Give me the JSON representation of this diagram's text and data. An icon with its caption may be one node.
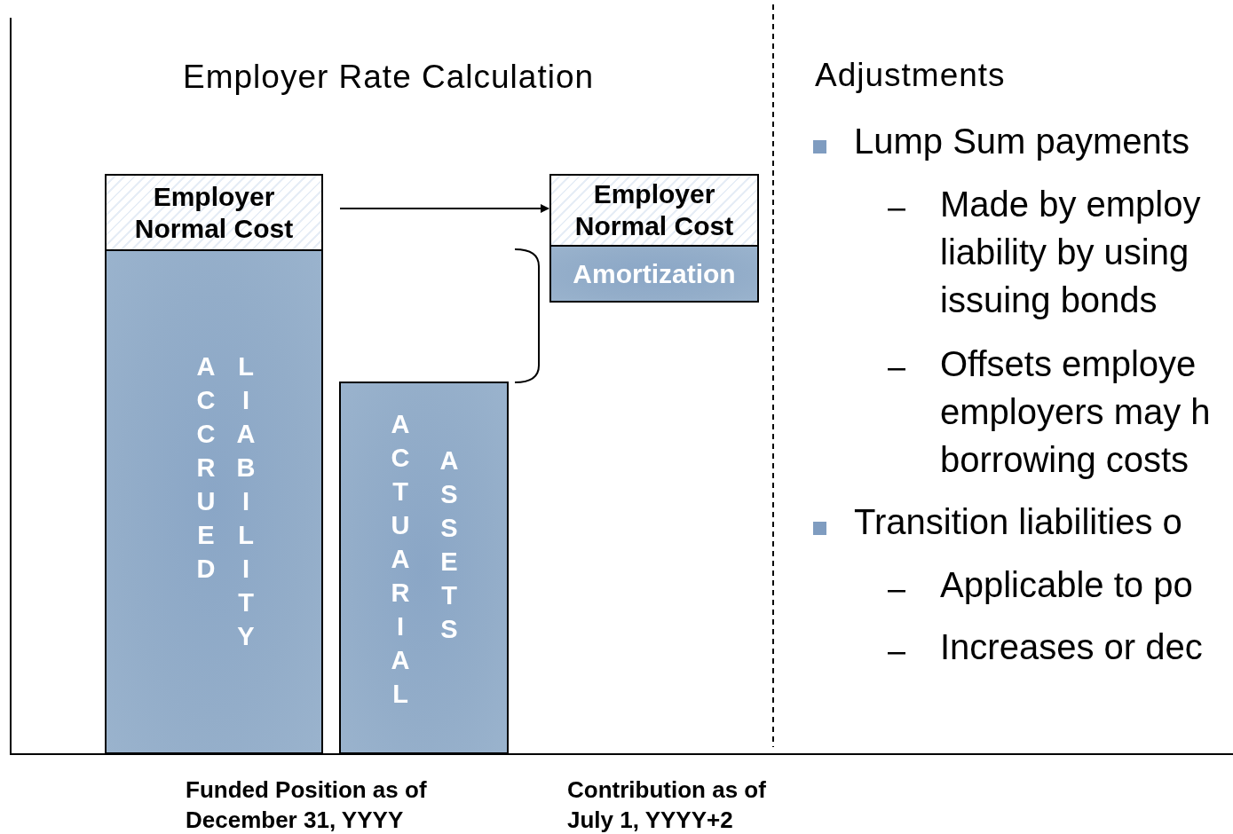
{
  "diagram": {
    "nodes": [
      {
        "text": [
          "Employer Normal Cost"
        ]
      },
      {
        "text": [
          "ACCRUED",
          "LIABILITY"
        ]
      },
      {
        "text": [
          "ACTUARIAL",
          "ASSETS"
        ]
      },
      {
        "text": [
          "Employer Normal Cost"
        ]
      },
      {
        "text": [
          "Amortization"
        ]
      }
    ],
    "edges": [
      {
        "from": 0,
        "to": 3,
        "arrow": "to"
      }
    ],
    "labels": [
      "Employer Rate Calculation",
      "Adjustments",
      "Lump Sum payments",
      "Made by employ liability by using issuing bonds",
      "Offsets employe employers may h borrowing costs",
      "Transition liabilities o",
      "Applicable to po",
      "Increases or dec",
      "Funded Position as of December 31, YYYY",
      "Contribution as of July 1, YYYY+2"
    ]
  }
}
